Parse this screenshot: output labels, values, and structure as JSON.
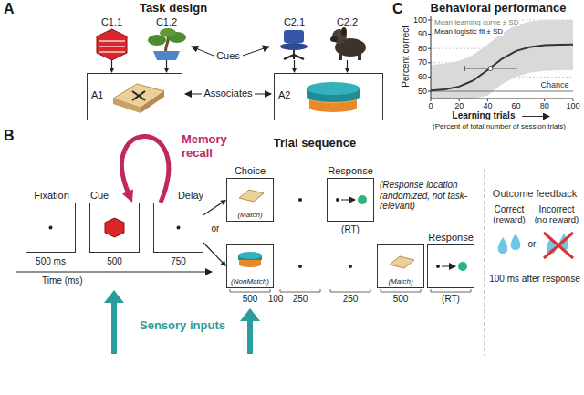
{
  "diagram": {
    "nodes": [
      {
        "text": [
          "C1.1"
        ]
      },
      {
        "text": [
          "C1.2"
        ]
      },
      {
        "text": [
          "A1"
        ]
      },
      {
        "text": [
          "C2.1"
        ]
      },
      {
        "text": [
          "C2.2"
        ]
      },
      {
        "text": [
          "A2"
        ]
      },
      {
        "text": [
          "Fixation"
        ]
      },
      {
        "text": [
          "Cue"
        ]
      },
      {
        "text": [
          "Delay"
        ]
      },
      {
        "text": [
          "Choice",
          "(Match)"
        ]
      },
      {
        "text": [
          "Response"
        ]
      },
      {
        "text": [
          "(NonMatch)"
        ]
      },
      {
        "text": [
          "(Match)"
        ]
      },
      {
        "text": [
          "Response"
        ]
      }
    ],
    "edges": [
      {
        "from": 0,
        "to": 2,
        "arrow": "to"
      },
      {
        "from": 1,
        "to": 2,
        "arrow": "to"
      },
      {
        "from": 3,
        "to": 5,
        "arrow": "to"
      },
      {
        "from": 4,
        "to": 5,
        "arrow": "to"
      },
      {
        "from": 8,
        "to": 7,
        "label": "Memory recall",
        "arrow": "to"
      },
      {
        "from": 8,
        "to": 9,
        "arrow": "to"
      },
      {
        "from": 8,
        "to": 11,
        "arrow": "to"
      }
    ],
    "labels": [
      "A",
      "Task design",
      "Cues",
      "Associates",
      "B",
      "Trial sequence",
      "500 ms",
      "500",
      "750",
      "Time (ms)",
      "Sensory inputs",
      "or",
      "(Response location randomized, not task-relevant)",
      "(RT)",
      "500",
      "100",
      "250",
      "250",
      "500",
      "(RT)",
      "Outcome feedback",
      "Correct",
      "(reward)",
      "or",
      "Incorrect",
      "(no reward)",
      "100 ms after response",
      "C",
      "Behavioral performance",
      "Mean learning curve ± SD",
      "Mean logistic fit ± SD",
      "Percent correct",
      "100",
      "90",
      "80",
      "70",
      "60",
      "50",
      "Chance",
      "0",
      "20",
      "40",
      "60",
      "80",
      "100",
      "Learning trials",
      "(Percent of total number of session trials)"
    ]
  }
}
